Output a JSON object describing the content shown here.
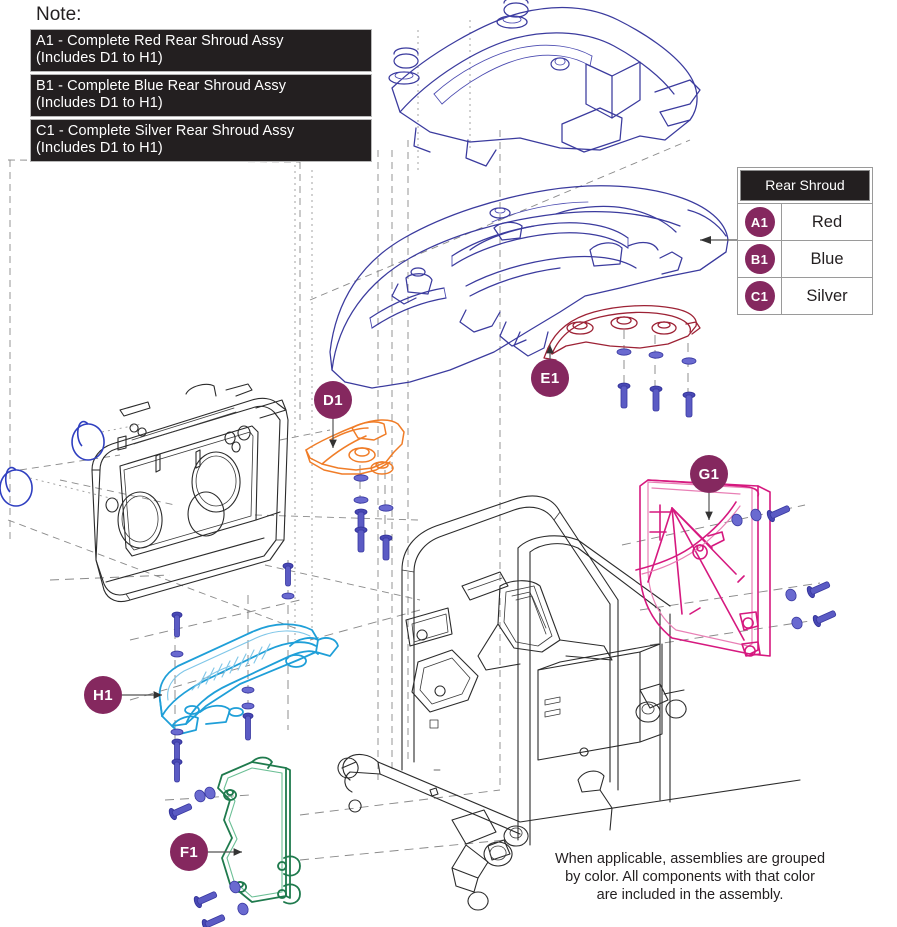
{
  "note": {
    "title": "Note:",
    "rows": [
      {
        "line1": "A1 - Complete Red Rear Shroud Assy",
        "line2": "(Includes D1 to H1)"
      },
      {
        "line1": "B1 - Complete Blue Rear Shroud Assy",
        "line2": "(Includes D1 to H1)"
      },
      {
        "line1": "C1 - Complete Silver Rear Shroud Assy",
        "line2": "(Includes D1 to H1)"
      }
    ]
  },
  "legend": {
    "header": "Rear Shroud",
    "rows": [
      {
        "code": "A1",
        "label": "Red"
      },
      {
        "code": "B1",
        "label": "Blue"
      },
      {
        "code": "C1",
        "label": "Silver"
      }
    ]
  },
  "callouts": [
    {
      "code": "E1"
    },
    {
      "code": "D1"
    },
    {
      "code": "G1"
    },
    {
      "code": "H1"
    },
    {
      "code": "F1"
    }
  ],
  "footer": {
    "line1": "When applicable, assemblies are grouped",
    "line2": "by color. All components with that color",
    "line3": "are included in the assembly."
  },
  "colors": {
    "badge_purple": "#85285f",
    "note_background": "#231f20",
    "part_navy": "#3b3b9e",
    "part_red": "#9d2235",
    "part_orange": "#f07d28",
    "part_magenta": "#d6197f",
    "part_cyan": "#1f9fd8",
    "part_green": "#1f7a4d",
    "hardware_blue": "#5b5bc4",
    "frame_black": "#2b2b2b"
  }
}
